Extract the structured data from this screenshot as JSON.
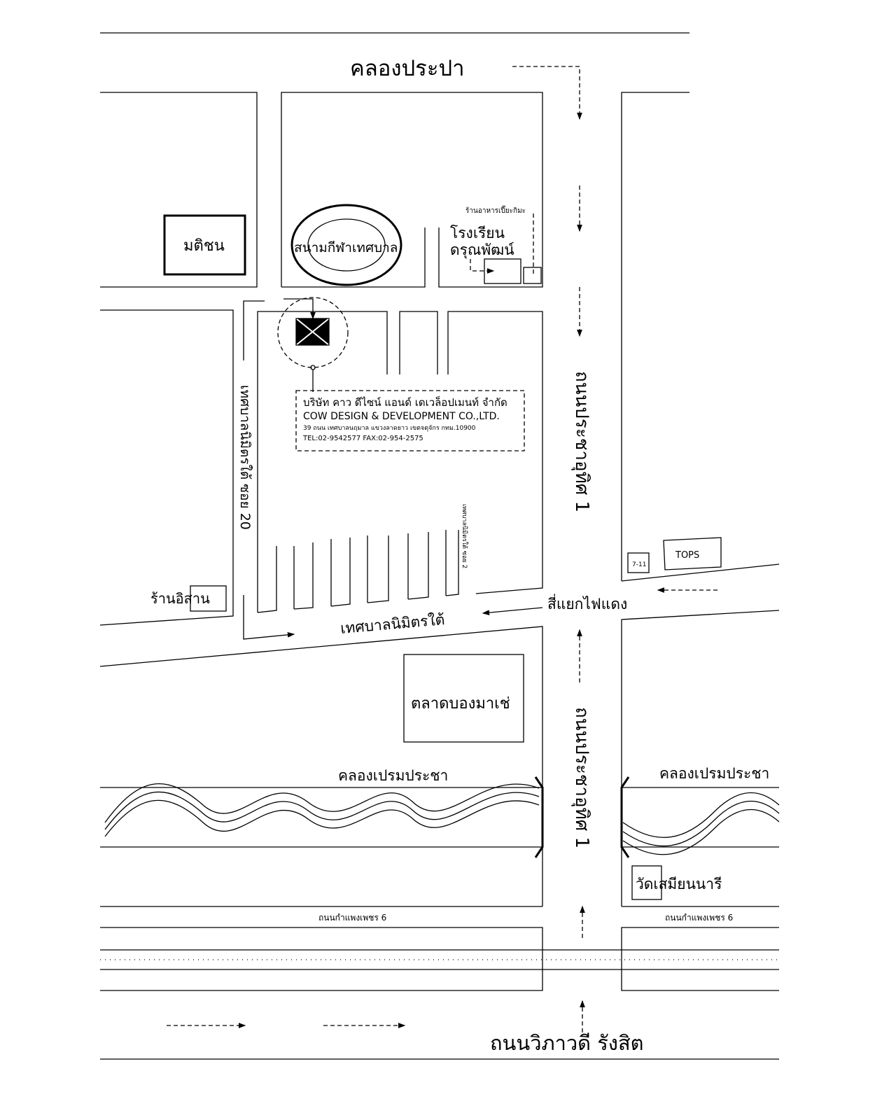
{
  "labels": {
    "canal_top": "คลองประปา",
    "matichon": "มติชน",
    "stadium": "สนามกีฬาเทศบาล",
    "restaurant": "ร้านอาหารเปี๊ยะกิมะ",
    "school_line1": "โรงเรียน",
    "school_line2": "ดรุณพัฒน์",
    "soi20": "เทศบาลนิมิตรใต้ ซอย 20",
    "soi2": "เทศบาลนิมิตรใต้ ซอย 2",
    "road_right_upper": "ถนนประชาอุทิศ 1",
    "road_right_lower": "ถนนประชาอุทิศ 1",
    "seven_eleven": "7-11",
    "tops": "TOPS",
    "isan_shop": "ร้านอิสาน",
    "intersection": "สี่แยกไฟแดง",
    "nimit_road": "เทศบาลนิมิตรใต้",
    "market": "ตลาดบองมาเช่",
    "canal_left": "คลองเปรมประชา",
    "canal_right": "คลองเปรมประชา",
    "temple": "วัดเสมียนนารี",
    "road_kp_left": "ถนนกำแพงเพชร 6",
    "road_kp_right": "ถนนกำแพงเพชร 6",
    "vibhavadi": "ถนนวิภาวดี รังสิต"
  },
  "company": {
    "name_th": "บริษัท คาว ดีไซน์ แอนด์ เดเวล็อปเมนท์ จำกัด",
    "name_en": "COW DESIGN & DEVELOPMENT CO.,LTD.",
    "address": "39 ถนน เทศบาลนฤมาล แขวงลาดยาว เขตจตุจักร กทม.10900",
    "phone": "TEL:02-9542577   FAX:02-954-2575"
  }
}
